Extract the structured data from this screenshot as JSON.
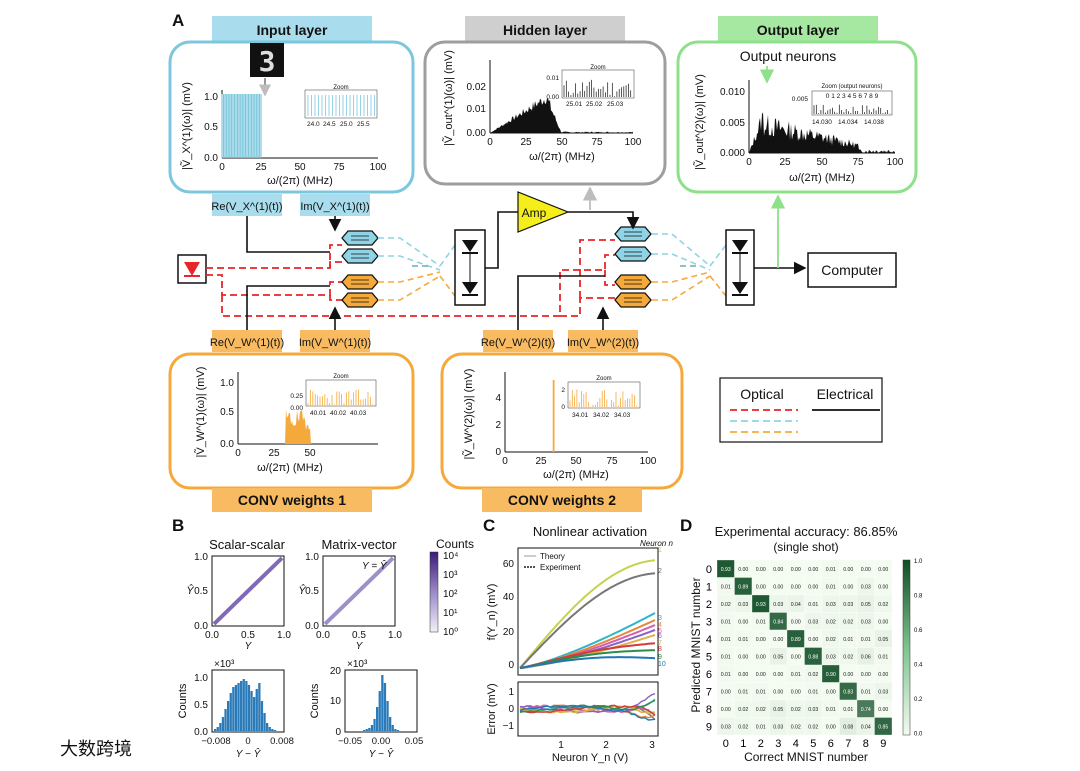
{
  "panels": {
    "A": "A",
    "B": "B",
    "C": "C",
    "D": "D"
  },
  "colors": {
    "input": "#7cc7de",
    "input_fill": "#a9dcec",
    "hidden": "#9e9e9e",
    "hidden_fill": "#cfcfcf",
    "output": "#8fe08b",
    "output_fill": "#a6e7a1",
    "conv": "#f5a93b",
    "conv_fill": "#f8bb62",
    "optical_red": "#e8262a",
    "optical_blue": "#8fd4e6",
    "optical_orange": "#f5a93b",
    "amp": "#f6ee1a",
    "heatmap_dark": "#1f6e3a"
  },
  "labels": {
    "input_layer": "Input layer",
    "hidden_layer": "Hidden layer",
    "output_layer": "Output layer",
    "conv_weights_1": "CONV weights 1",
    "conv_weights_2": "CONV weights 2",
    "output_neurons": "Output neurons",
    "amp": "Amp",
    "computer": "Computer",
    "re_vx": "Re(V_X^(1)(t))",
    "im_vx": "Im(V_X^(1)(t))",
    "re_vw1": "Re(V_W^(1)(t))",
    "im_vw1": "Im(V_W^(1)(t))",
    "re_vw2": "Re(V_W^(2)(t))",
    "im_vw2": "Im(V_W^(2)(t))",
    "legend_optical": "Optical",
    "legend_electrical": "Electrical",
    "zoom": "Zoom",
    "zoom_output": "Zoom (output neurons)",
    "digit_image": "3"
  },
  "plots": {
    "input": {
      "ylabel": "|Ṽ_X^(1)(ω)| (mV)",
      "xlabel": "ω/(2π) (MHz)",
      "yticks": [
        "0.0",
        "0.5",
        "1.0"
      ],
      "xticks": [
        "0",
        "25",
        "50",
        "75",
        "100"
      ],
      "zoom_xticks": [
        "24.0",
        "24.5",
        "25.0",
        "25.5"
      ]
    },
    "hidden": {
      "ylabel": "|Ṽ_out^(1)(ω)| (mV)",
      "xlabel": "ω/(2π) (MHz)",
      "yticks": [
        "0.00",
        "0.01",
        "0.02"
      ],
      "xticks": [
        "0",
        "25",
        "50",
        "75",
        "100"
      ],
      "zoom_yticks": [
        "0.01",
        "0.00"
      ],
      "zoom_xticks": [
        "25.01",
        "25.02",
        "25.03"
      ]
    },
    "output": {
      "ylabel": "|Ṽ_out^(2)(ω)| (mV)",
      "xlabel": "ω/(2π) (MHz)",
      "yticks": [
        "0.000",
        "0.005",
        "0.010"
      ],
      "xticks": [
        "0",
        "25",
        "50",
        "75",
        "100"
      ],
      "zoom_ytick": "0.005",
      "zoom_neurons": "0 1 2 3 4 5 6 7 8 9",
      "zoom_xticks": [
        "14.030",
        "14.034",
        "14.038"
      ]
    },
    "conv1": {
      "ylabel": "|Ṽ_W^(1)(ω)| (mV)",
      "xlabel": "ω/(2π) (MHz)",
      "yticks": [
        "0.0",
        "0.5",
        "1.0"
      ],
      "xticks": [
        "0",
        "25",
        "50"
      ],
      "zoom_yticks": [
        "0.25",
        "0.00"
      ],
      "zoom_xticks": [
        "40.01",
        "40.02",
        "40.03"
      ]
    },
    "conv2": {
      "ylabel": "|Ṽ_W^(2)(ω)| (mV)",
      "xlabel": "ω/(2π) (MHz)",
      "yticks": [
        "0",
        "2",
        "4"
      ],
      "xticks": [
        "0",
        "25",
        "50",
        "75",
        "100"
      ],
      "zoom_yticks": [
        "2",
        "0"
      ],
      "zoom_xticks": [
        "34.01",
        "34.02",
        "34.03"
      ]
    }
  },
  "panelB": {
    "scalar_title": "Scalar-scalar",
    "matrix_title": "Matrix-vector",
    "ylabel_hat": "Ŷ",
    "xlabel_Y": "Y",
    "identity": "Y = Ŷ",
    "ticks": [
      "0.0",
      "0.5",
      "1.0"
    ],
    "colorbar_title": "Counts",
    "colorbar_ticks": [
      "10⁴",
      "10³",
      "10²",
      "10¹",
      "10⁰"
    ],
    "hist_ylabel": "Counts",
    "hist_xlabel": "Y − Ŷ",
    "hist1_scale": "×10³",
    "hist1_yticks": [
      "1.0",
      "0.5",
      "0.0"
    ],
    "hist1_xticks": [
      "−0.008",
      "0",
      "0.008"
    ],
    "hist2_scale": "×10³",
    "hist2_yticks": [
      "20",
      "10",
      "0"
    ],
    "hist2_xticks": [
      "−0.05",
      "0.00",
      "0.05"
    ]
  },
  "panelC": {
    "title": "Nonlinear activation",
    "neuron_label": "Neuron n",
    "legend_theory": "Theory",
    "legend_experiment": "Experiment",
    "ylabel_top": "f(Y_n) (mV)",
    "yticks_top": [
      "60",
      "40",
      "20",
      "0"
    ],
    "ylabel_bottom": "Error (mV)",
    "yticks_bottom": [
      "1",
      "0",
      "−1"
    ],
    "xlabel": "Neuron Y_n (V)",
    "xticks": [
      "1",
      "2",
      "3"
    ],
    "neuron_ids": [
      "1",
      "2",
      "3",
      "4",
      "5",
      "6",
      "7",
      "8",
      "9",
      "10"
    ]
  },
  "panelD": {
    "title": "Experimental accuracy: 86.85%",
    "subtitle": "(single shot)",
    "ylabel": "Predicted MNIST number",
    "xlabel": "Correct MNIST number",
    "labels": [
      "0",
      "1",
      "2",
      "3",
      "4",
      "5",
      "6",
      "7",
      "8",
      "9"
    ],
    "colorbar_ticks": [
      "1.0",
      "0.8",
      "0.6",
      "0.4",
      "0.2",
      "0.0"
    ],
    "matrix": [
      [
        "0.93",
        "0.00",
        "0.00",
        "0.00",
        "0.00",
        "0.00",
        "0.01",
        "0.00",
        "0.00",
        "0.00"
      ],
      [
        "0.01",
        "0.89",
        "0.00",
        "0.00",
        "0.00",
        "0.00",
        "0.01",
        "0.00",
        "0.03",
        "0.00"
      ],
      [
        "0.02",
        "0.03",
        "0.93",
        "0.03",
        "0.04",
        "0.01",
        "0.03",
        "0.03",
        "0.05",
        "0.02"
      ],
      [
        "0.01",
        "0.00",
        "0.01",
        "0.84",
        "0.00",
        "0.03",
        "0.02",
        "0.02",
        "0.03",
        "0.00"
      ],
      [
        "0.01",
        "0.01",
        "0.00",
        "0.00",
        "0.89",
        "0.00",
        "0.02",
        "0.01",
        "0.01",
        "0.05"
      ],
      [
        "0.01",
        "0.00",
        "0.00",
        "0.05",
        "0.00",
        "0.88",
        "0.03",
        "0.02",
        "0.06",
        "0.01"
      ],
      [
        "0.01",
        "0.00",
        "0.00",
        "0.00",
        "0.01",
        "0.02",
        "0.90",
        "0.00",
        "0.00",
        "0.00"
      ],
      [
        "0.00",
        "0.01",
        "0.01",
        "0.00",
        "0.00",
        "0.01",
        "0.00",
        "0.83",
        "0.01",
        "0.03"
      ],
      [
        "0.00",
        "0.02",
        "0.02",
        "0.05",
        "0.02",
        "0.03",
        "0.01",
        "0.01",
        "0.74",
        "0.00"
      ],
      [
        "0.03",
        "0.02",
        "0.01",
        "0.03",
        "0.02",
        "0.02",
        "0.00",
        "0.08",
        "0.04",
        "0.85"
      ]
    ]
  },
  "watermark": "大数跨境"
}
